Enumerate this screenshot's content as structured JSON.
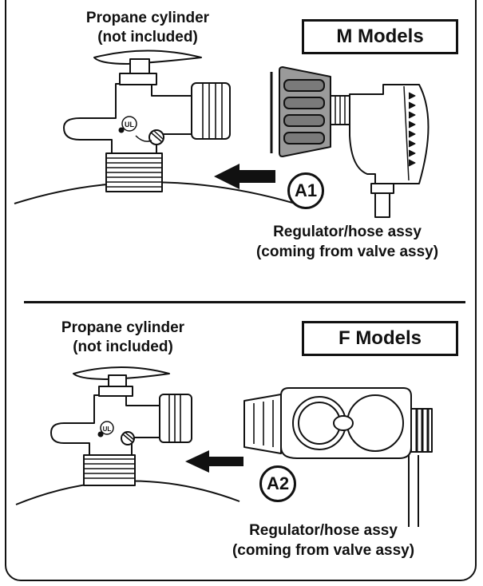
{
  "sections": [
    {
      "cylinder_label_line1": "Propane cylinder",
      "cylinder_label_line2": "(not included)",
      "model_box": "M Models",
      "callout": "A1",
      "regulator_label_line1": "Regulator/hose assy",
      "regulator_label_line2": "(coming from valve assy)"
    },
    {
      "cylinder_label_line1": "Propane cylinder",
      "cylinder_label_line2": "(not included)",
      "model_box": "F Models",
      "callout": "A2",
      "regulator_label_line1": "Regulator/hose assy",
      "regulator_label_line2": "(coming from valve assy)"
    }
  ],
  "ul_mark": "UL",
  "colors": {
    "line": "#111111",
    "fitting_fill": "#9a9a9a",
    "fitting_dark": "#6e6e6e"
  }
}
